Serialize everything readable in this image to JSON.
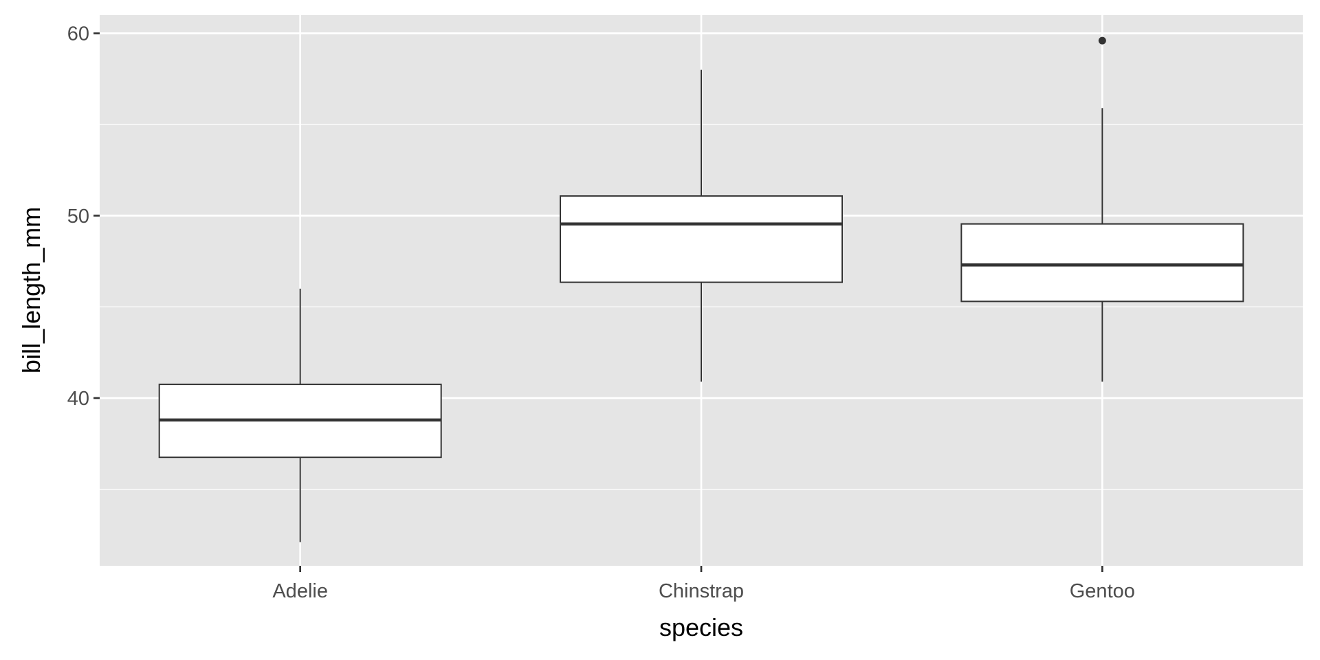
{
  "chart_data": {
    "type": "boxplot",
    "title": "",
    "xlabel": "species",
    "ylabel": "bill_length_mm",
    "categories": [
      "Adelie",
      "Chinstrap",
      "Gentoo"
    ],
    "boxes": [
      {
        "name": "Adelie",
        "lower_whisker": 32.1,
        "q1": 36.75,
        "median": 38.8,
        "q3": 40.75,
        "upper_whisker": 46.0,
        "outliers": []
      },
      {
        "name": "Chinstrap",
        "lower_whisker": 40.9,
        "q1": 46.35,
        "median": 49.55,
        "q3": 51.08,
        "upper_whisker": 58.0,
        "outliers": []
      },
      {
        "name": "Gentoo",
        "lower_whisker": 40.9,
        "q1": 45.3,
        "median": 47.3,
        "q3": 49.55,
        "upper_whisker": 55.9,
        "outliers": [
          59.6
        ]
      }
    ],
    "yticks": [
      40,
      50,
      60
    ],
    "yminor": [
      35,
      45,
      55
    ],
    "ylim": [
      30.8,
      61.0
    ],
    "grid": true,
    "colors": {
      "panel": "#e5e5e5",
      "grid": "#ffffff",
      "box_fill": "#ffffff",
      "box_line": "#333333"
    }
  }
}
